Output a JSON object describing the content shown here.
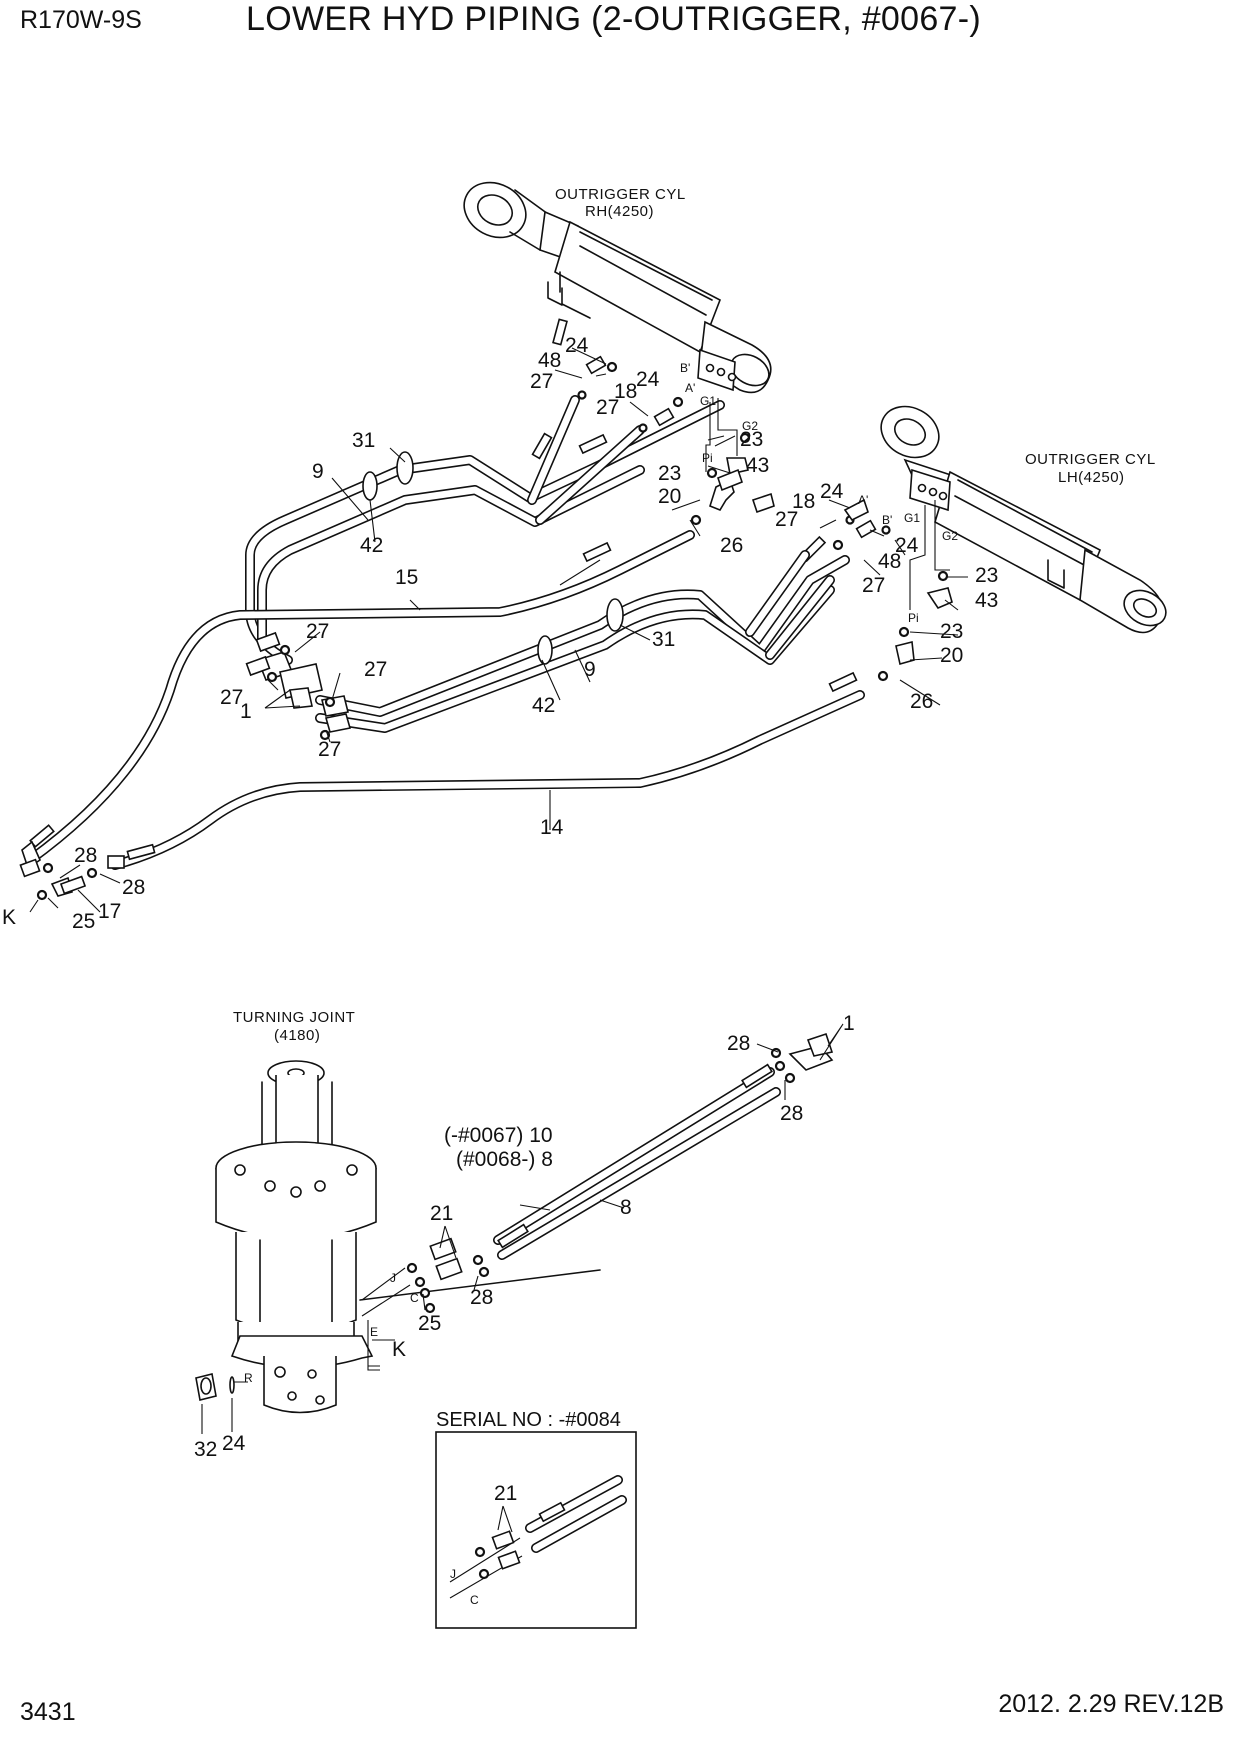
{
  "header": {
    "model": "R170W-9S",
    "title": "LOWER HYD PIPING (2-OUTRIGGER, #0067-)"
  },
  "footer": {
    "page_number": "3431",
    "revision": "2012. 2.29  REV.12B"
  },
  "components": {
    "cyl_rh": [
      "OUTRIGGER CYL",
      "RH(4250)"
    ],
    "cyl_lh": [
      "OUTRIGGER CYL",
      "LH(4250)"
    ],
    "turning_joint": [
      "TURNING JOINT",
      "(4180)"
    ]
  },
  "serial_box": {
    "title": "SERIAL NO : -#0084",
    "callouts": [
      "21"
    ],
    "ports": [
      "J",
      "C"
    ]
  },
  "hose_variants": [
    "(-#0067) 10",
    "(#0068-) 8"
  ],
  "callouts_upper": [
    "24",
    "48",
    "27",
    "18",
    "24",
    "27",
    "31",
    "9",
    "42",
    "23",
    "23",
    "43",
    "20",
    "26",
    "18",
    "24",
    "27",
    "24",
    "48",
    "27",
    "23",
    "43",
    "23",
    "20",
    "26",
    "15",
    "31",
    "9",
    "42",
    "27",
    "27",
    "27",
    "1",
    "27",
    "14",
    "28",
    "28",
    "17",
    "25"
  ],
  "callouts_lower": [
    "1",
    "28",
    "28",
    "8",
    "21",
    "28",
    "25",
    "32",
    "24"
  ],
  "ports_upper": [
    "B'",
    "A'",
    "G1",
    "G2",
    "Pi",
    "A'",
    "B'",
    "G1",
    "G2",
    "Pi"
  ],
  "ports_lower": [
    "J",
    "C",
    "E",
    "R"
  ],
  "view_markers": [
    "K",
    "K"
  ]
}
